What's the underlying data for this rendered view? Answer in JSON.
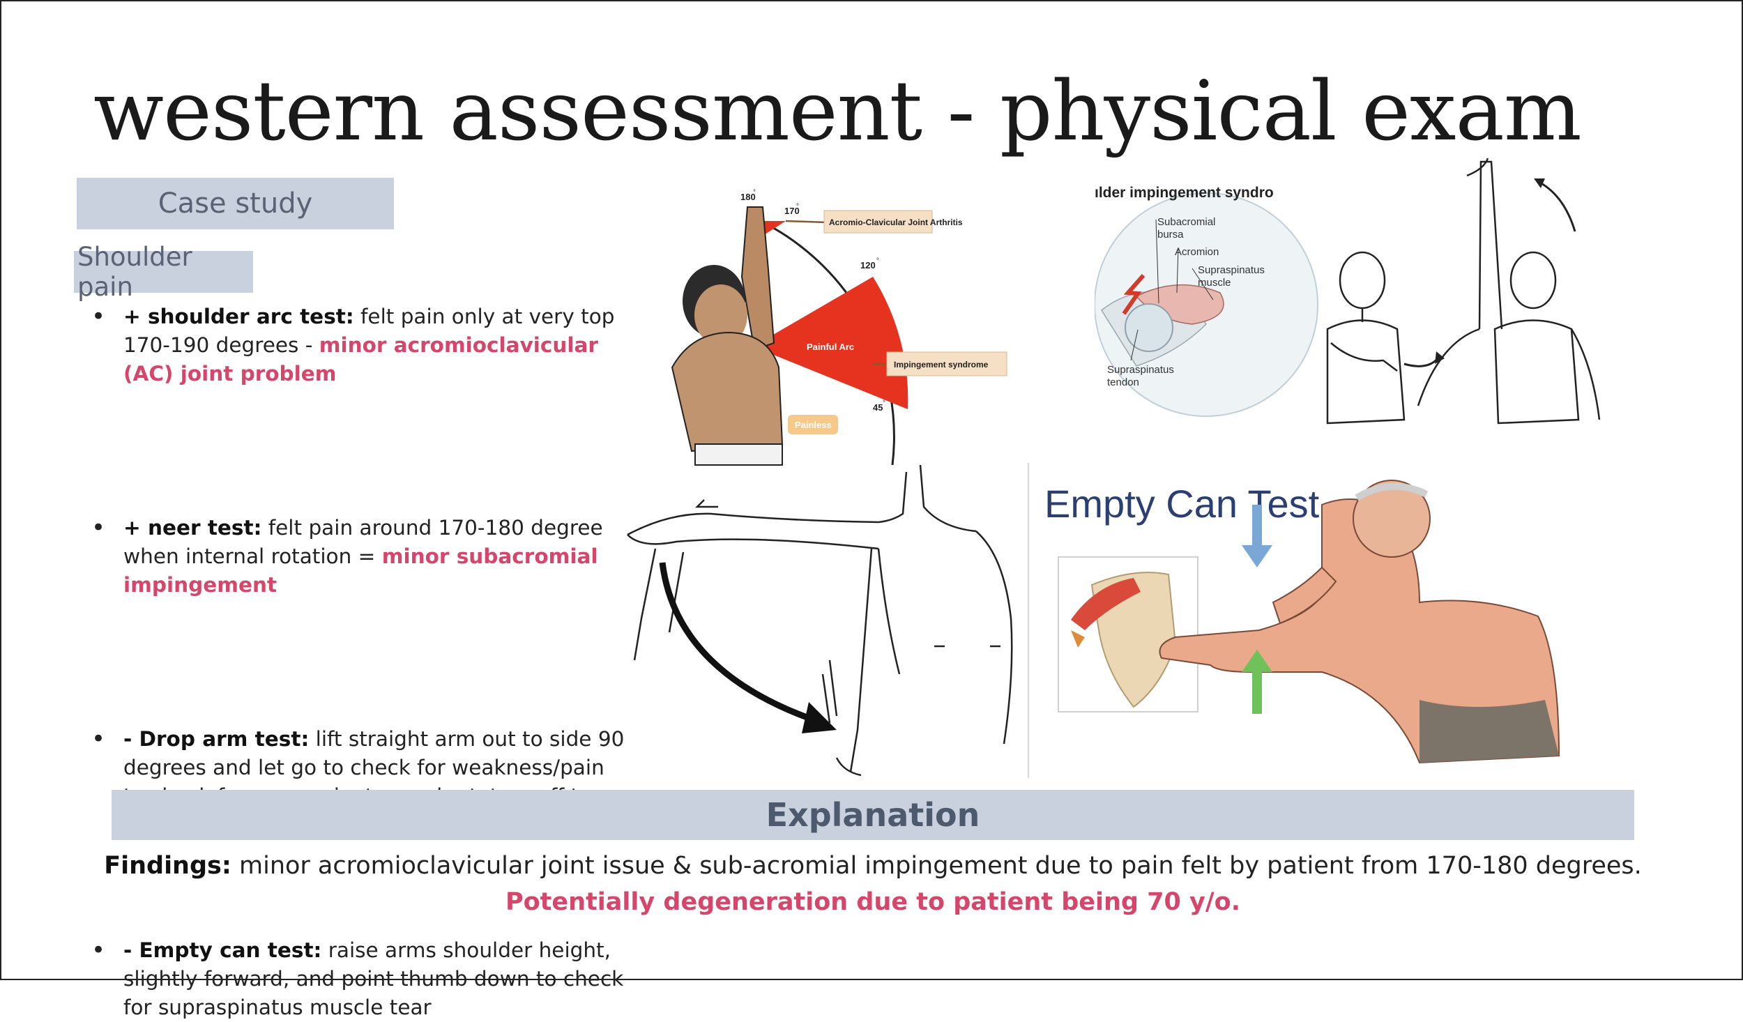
{
  "title": "western assessment - physical exam",
  "tags": {
    "case_study": "Case study",
    "shoulder_pain": "Shoulder pain"
  },
  "bullets": [
    {
      "bold": "+ shoulder arc test:",
      "text": " felt pain only at very top 170-190 degrees - ",
      "highlight": "minor acromioclavicular (AC) joint problem"
    },
    {
      "bold": "+ neer test:",
      "text": " felt pain around 170-180 degree when internal rotation = ",
      "highlight": "minor subacromial impingement"
    },
    {
      "bold": "- Drop arm test:",
      "text": " lift straight arm out to side 90 degrees and let go to check for weakness/pain to check for supraspinatus and rotator cuff tear",
      "highlight": ""
    },
    {
      "bold": "- Empty can test:",
      "text": " raise arms shoulder height, slightly forward, and point thumb down to check for supraspinatus muscle tear",
      "highlight": ""
    }
  ],
  "arc_figure": {
    "deg_180": "180",
    "deg_170": "170",
    "deg_120": "120",
    "deg_45": "45",
    "degree_mark": "°",
    "ac_label": "Acromio-Clavicular Joint Arthritis",
    "painful_arc": "Painful Arc",
    "impingement_label": "Impingement syndrome",
    "painless": "Painless"
  },
  "impingement_figure": {
    "heading": "ılder impingement syndro",
    "bursa": [
      "Subacromial",
      "bursa"
    ],
    "acromion": "Acromion",
    "muscle": [
      "Supraspinatus",
      "muscle"
    ],
    "tendon": [
      "Supraspinatus",
      "tendon"
    ]
  },
  "empty_can_figure": {
    "heading": "Empty Can Test"
  },
  "explanation": {
    "heading": "Explanation",
    "findings_bold": "Findings:",
    "findings_text": " minor acromioclavicular joint issue & sub-acromial impingement due to pain felt by patient from 170-180 degrees.",
    "potential": "Potentially degeneration due to patient being 70 y/o."
  },
  "colors": {
    "accent_pink": "#d6466a",
    "tag_bg": "#c9d1df",
    "arc_red": "#e63320",
    "label_box": "#f5dfc5"
  }
}
